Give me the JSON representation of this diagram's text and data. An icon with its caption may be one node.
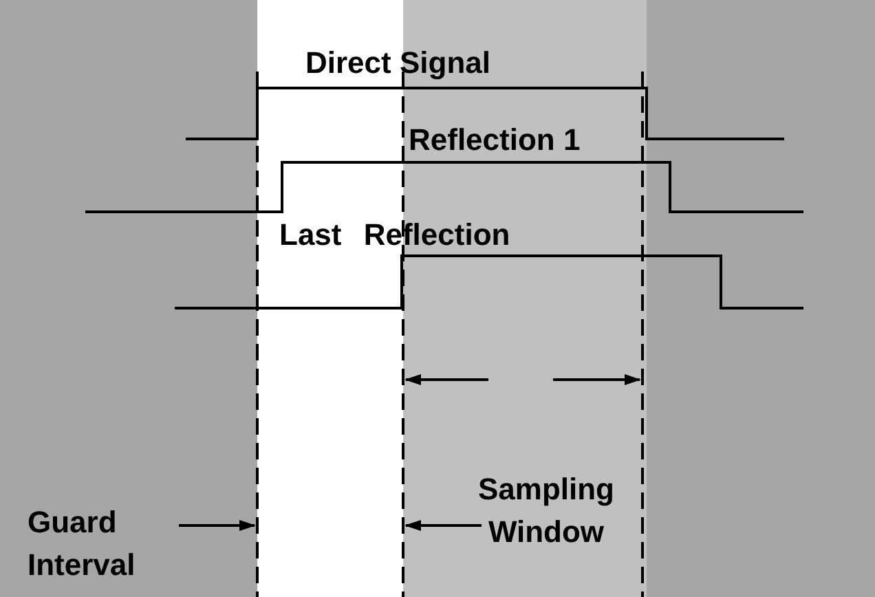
{
  "diagram": {
    "labels": [
      "Direct Signal",
      "Reflection 1",
      "Last Reflection",
      "Sampling Window",
      "Guard Interval"
    ]
  }
}
